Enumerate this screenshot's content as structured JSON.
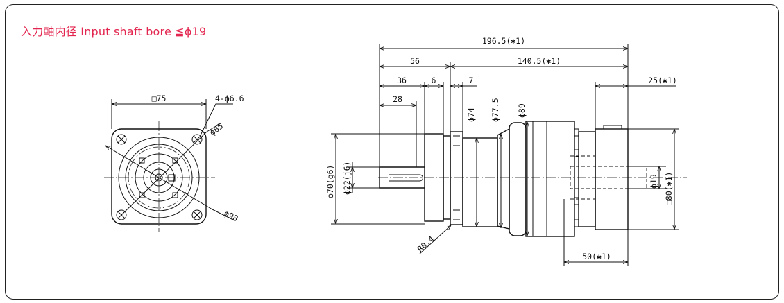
{
  "header": {
    "title": "入力軸内径  Input shaft bore  ≦ϕ19",
    "title_color": "#e3264f"
  },
  "front_view": {
    "square_size": "□75",
    "hole_spec": "4-ϕ6.6",
    "pcd_small": "ϕ85",
    "pcd_large": "ϕ98"
  },
  "side_view": {
    "overall_length": "196.5(✱1)",
    "length_56": "56",
    "length_140_5": "140.5(✱1)",
    "length_36": "36",
    "length_6": "6",
    "length_7": "7",
    "length_28": "28",
    "length_25": "25(✱1)",
    "length_50": "50(✱1)",
    "dia_74": "ϕ74",
    "dia_77_5": "ϕ77.5",
    "dia_89": "ϕ89",
    "dia_70": "ϕ70(g6)",
    "dia_22": "ϕ22(j6)",
    "dia_19": "ϕ19",
    "square_80": "□80(✱1)",
    "radius": "R0.4"
  }
}
